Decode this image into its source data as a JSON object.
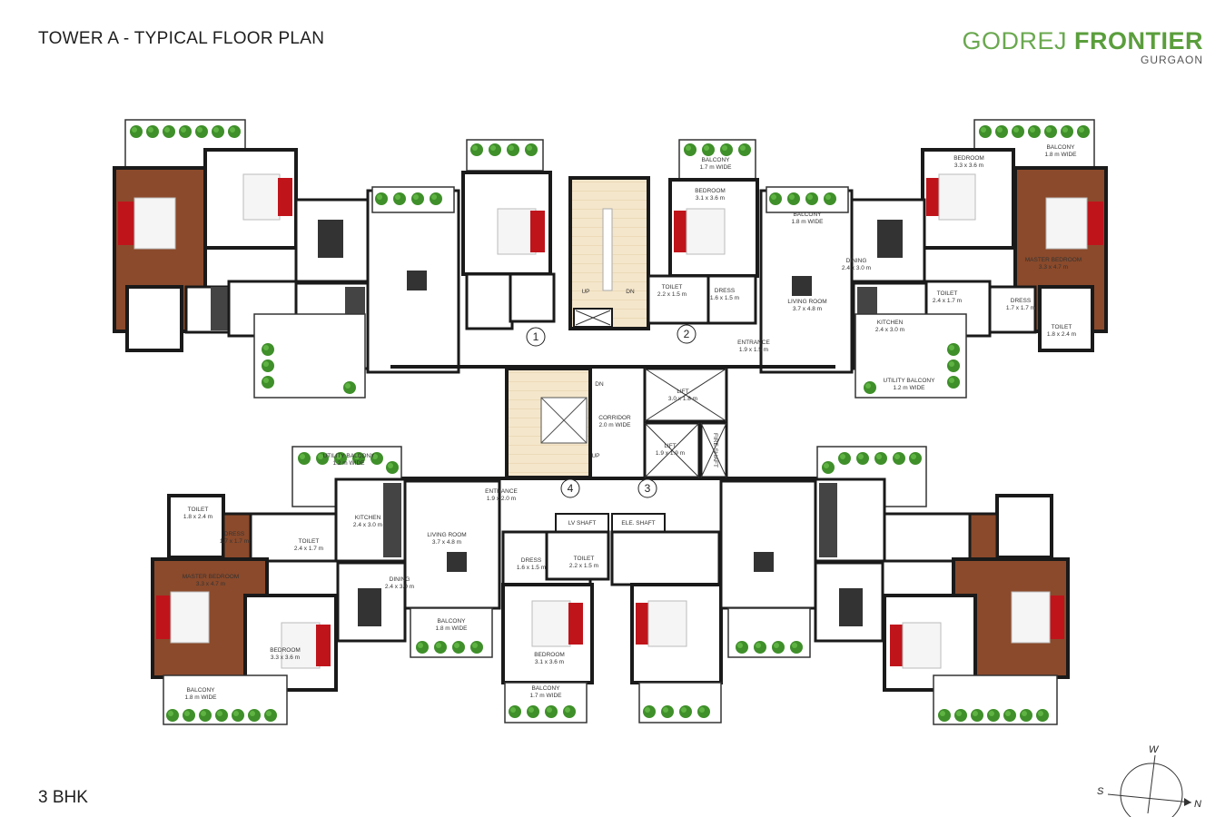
{
  "header": {
    "title": "TOWER A - TYPICAL FLOOR PLAN"
  },
  "brand": {
    "name_light": "GODREJ",
    "name_bold": "FRONTIER",
    "city": "GURGAON"
  },
  "footer": {
    "unit_type": "3 BHK"
  },
  "compass": {
    "w": "W",
    "s": "S",
    "n": "N"
  },
  "core_numbers": [
    "1",
    "2",
    "3",
    "4"
  ],
  "labels": {
    "corridor": "CORRIDOR",
    "corridor_dim": "2.0 m WIDE",
    "lift_big": "LIFT",
    "lift_big_dim": "3.0 x 1.8 m",
    "lift_small": "LIFT",
    "lift_small_dim": "1.9 x 1.9 m",
    "fire_shaft": "FIRE SHAFT",
    "up": "UP",
    "dn": "DN",
    "lv_shaft": "LV SHAFT",
    "elec_shaft": "ELE. SHAFT",
    "entrance": "ENTRANCE",
    "entrance_dim_a": "1.9 x 1.5 m",
    "entrance_dim_b": "1.9 x 2.0 m",
    "living": "LIVING ROOM",
    "living_dim": "3.7 x 4.8 m",
    "dining": "DINING",
    "dining_dim": "2.4 x 3.0 m",
    "kitchen": "KITCHEN",
    "kitchen_dim": "2.4 x 3.0 m",
    "utility": "UTILITY BALCONY",
    "utility_dim": "1.2 m WIDE",
    "toilet": "TOILET",
    "toilet_dim_a": "2.2 x 1.5 m",
    "toilet_dim_b": "2.4 x 1.7 m",
    "toilet_dim_c": "1.8 x 2.4 m",
    "dress": "DRESS",
    "dress_dim_a": "1.6 x 1.5 m",
    "dress_dim_b": "1.7 x 1.7 m",
    "master": "MASTER BEDROOM",
    "master_dim": "3.3 x 4.7 m",
    "bedroom": "BEDROOM",
    "bedroom_dim_a": "3.1 x 3.6 m",
    "bedroom_dim_b": "3.3 x 3.6 m",
    "balcony": "BALCONY",
    "balcony_dim_a": "1.7 m WIDE",
    "balcony_dim_b": "1.8 m WIDE"
  },
  "colors": {
    "brand_green": "#6aa84f",
    "wall": "#1a1a1a",
    "wood": "#8b4a2b",
    "bed_red": "#c0141b",
    "plant": "#3f8f2a",
    "stair": "#f2e2c4"
  }
}
